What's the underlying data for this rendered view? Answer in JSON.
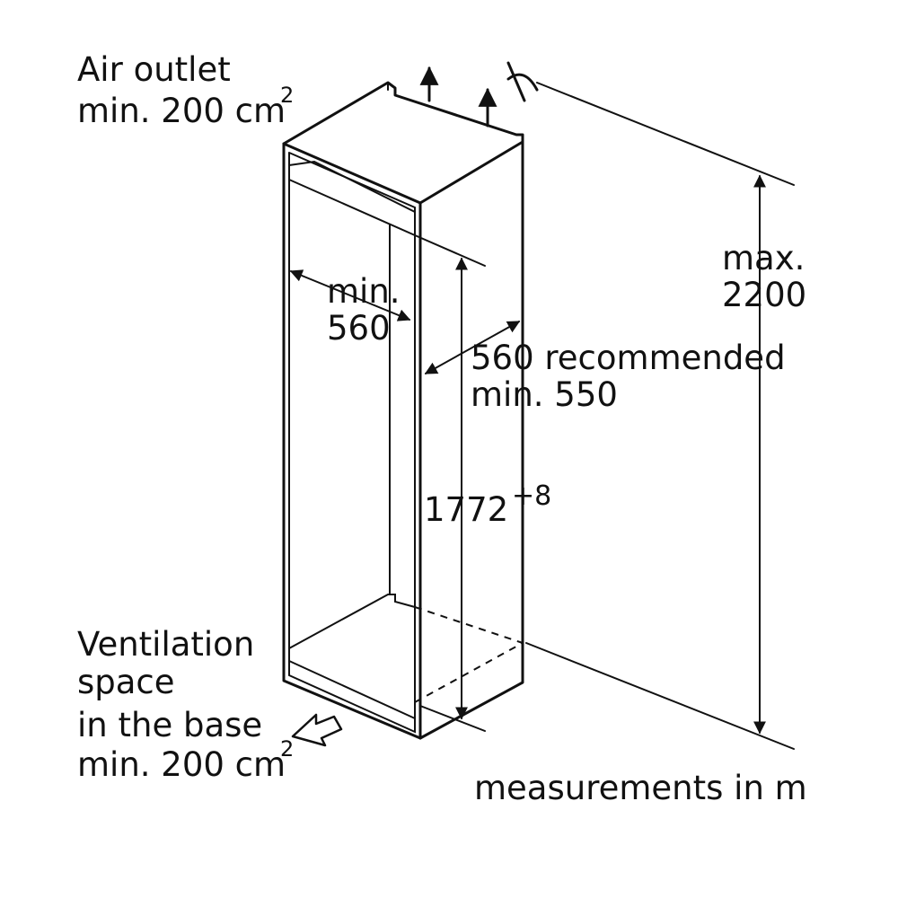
{
  "labels": {
    "air_outlet_line1": "Air outlet",
    "air_outlet_line2": "min. 200 cm",
    "air_outlet_sup": "2",
    "width_min_line1": "min.",
    "width_min_line2": "560",
    "depth_line1": "560 recommended",
    "depth_line2": "min. 550",
    "height_niche": "1772",
    "height_niche_tolerance": "+8",
    "height_max_line1": "max.",
    "height_max_line2": "2200",
    "ventilation_line1": "Ventilation",
    "ventilation_line2": "space",
    "ventilation_line3": "in the base",
    "ventilation_line4": "min. 200 cm",
    "ventilation_sup": "2",
    "units_note": "measurements in m"
  },
  "colors": {
    "line": "#111111",
    "background": "#ffffff"
  }
}
